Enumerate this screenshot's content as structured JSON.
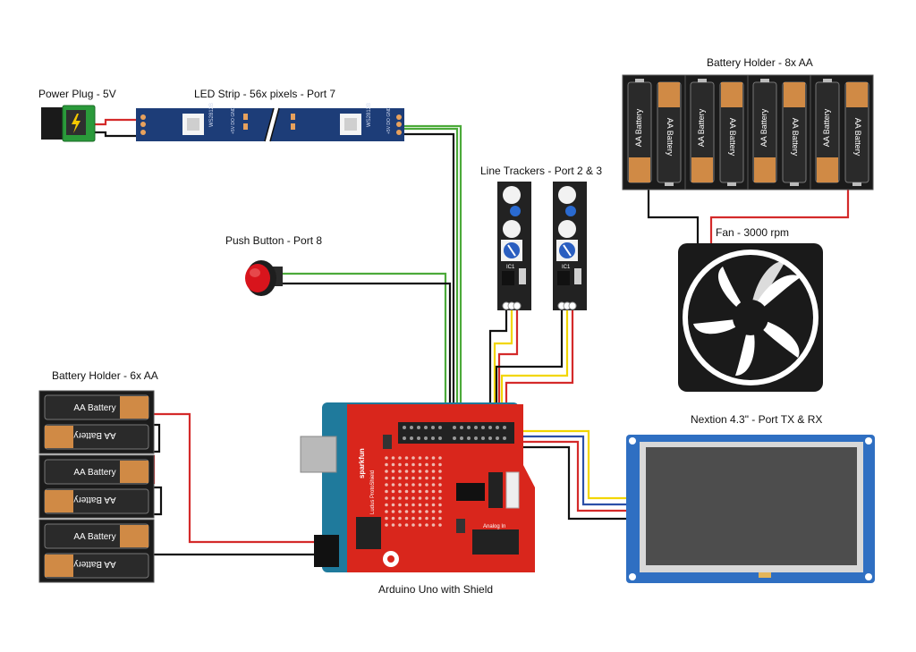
{
  "labels": {
    "power_plug": "Power Plug - 5V",
    "led_strip": "LED Strip - 56x pixels - Port 7",
    "battery8": "Battery Holder - 8x AA",
    "line_trackers": "Line Trackers - Port 2 & 3",
    "fan": "Fan - 3000 rpm",
    "push_button": "Push Button - Port 8",
    "battery6": "Battery Holder - 6x AA",
    "nextion": "Nextion 4.3\" - Port TX & RX",
    "arduino": "Arduino Uno with Shield"
  },
  "battery_cell_text": "AA Battery",
  "led_chip_text": "WS2812B",
  "led_pad_text": "+5V DO GND",
  "shield_brand": "sparkfun",
  "shield_name": "Ludus ProtoShield",
  "shield_analog": "Analog In",
  "tracker_chip": "IC1",
  "colors": {
    "wire_red": "#d42a2a",
    "wire_black": "#111111",
    "wire_yellow": "#f2d600",
    "wire_green": "#4caa3a",
    "wire_blue": "#2b4fa8",
    "shield": "#d9261c",
    "arduino": "#1f7a9c",
    "led_pcb": "#1d3d78",
    "lcd_frame": "#2f6fc2",
    "battery_copper": "#d08a45"
  }
}
